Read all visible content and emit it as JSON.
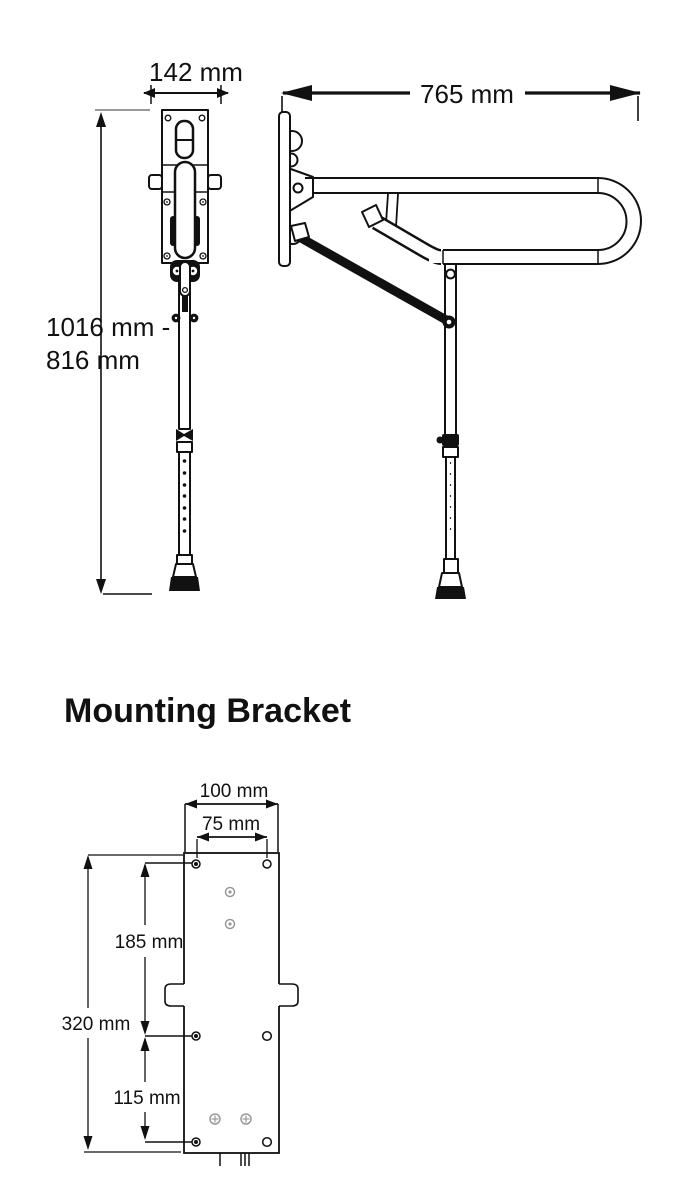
{
  "heading": {
    "text": "Mounting Bracket"
  },
  "overview": {
    "width_dim": "142 mm",
    "length_dim": "765 mm",
    "height_dim_line1": "1016 mm -",
    "height_dim_line2": "816 mm"
  },
  "bracket": {
    "outer_width_dim": "100 mm",
    "hole_spacing_dim": "75 mm",
    "upper_span_dim": "185 mm",
    "overall_height_dim": "320 mm",
    "lower_span_dim": "115 mm"
  },
  "colors": {
    "ink": "#111111",
    "leader_line": "#999999",
    "screw_gray": "#9a9a9a",
    "background": "#ffffff"
  }
}
